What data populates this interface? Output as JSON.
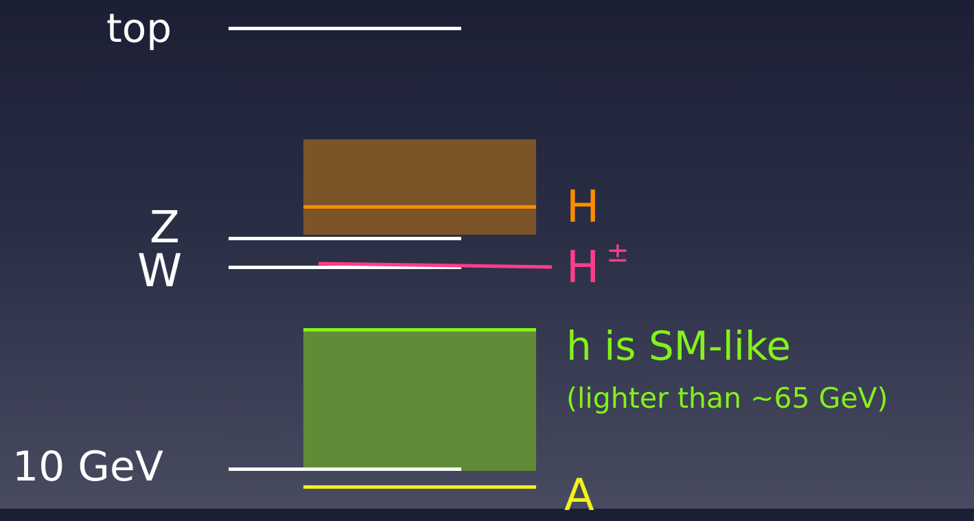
{
  "labels": {
    "top": "top",
    "z": "Z",
    "w": "W",
    "ten_gev": "10 GeV",
    "heavy_h": "H",
    "charged_h_base": "H",
    "charged_h_sup": "±",
    "light_h": "h is SM-like",
    "light_h_note": "(lighter than ~65 GeV)",
    "a": "A"
  },
  "colors": {
    "reference_lines": "#ffffff",
    "heavy_h": "#ff8c00",
    "heavy_h_band": "#7b5428",
    "charged_h": "#ff3d8b",
    "light_h": "#84f21a",
    "light_h_band": "#618c37",
    "a": "#f5f11a"
  }
}
